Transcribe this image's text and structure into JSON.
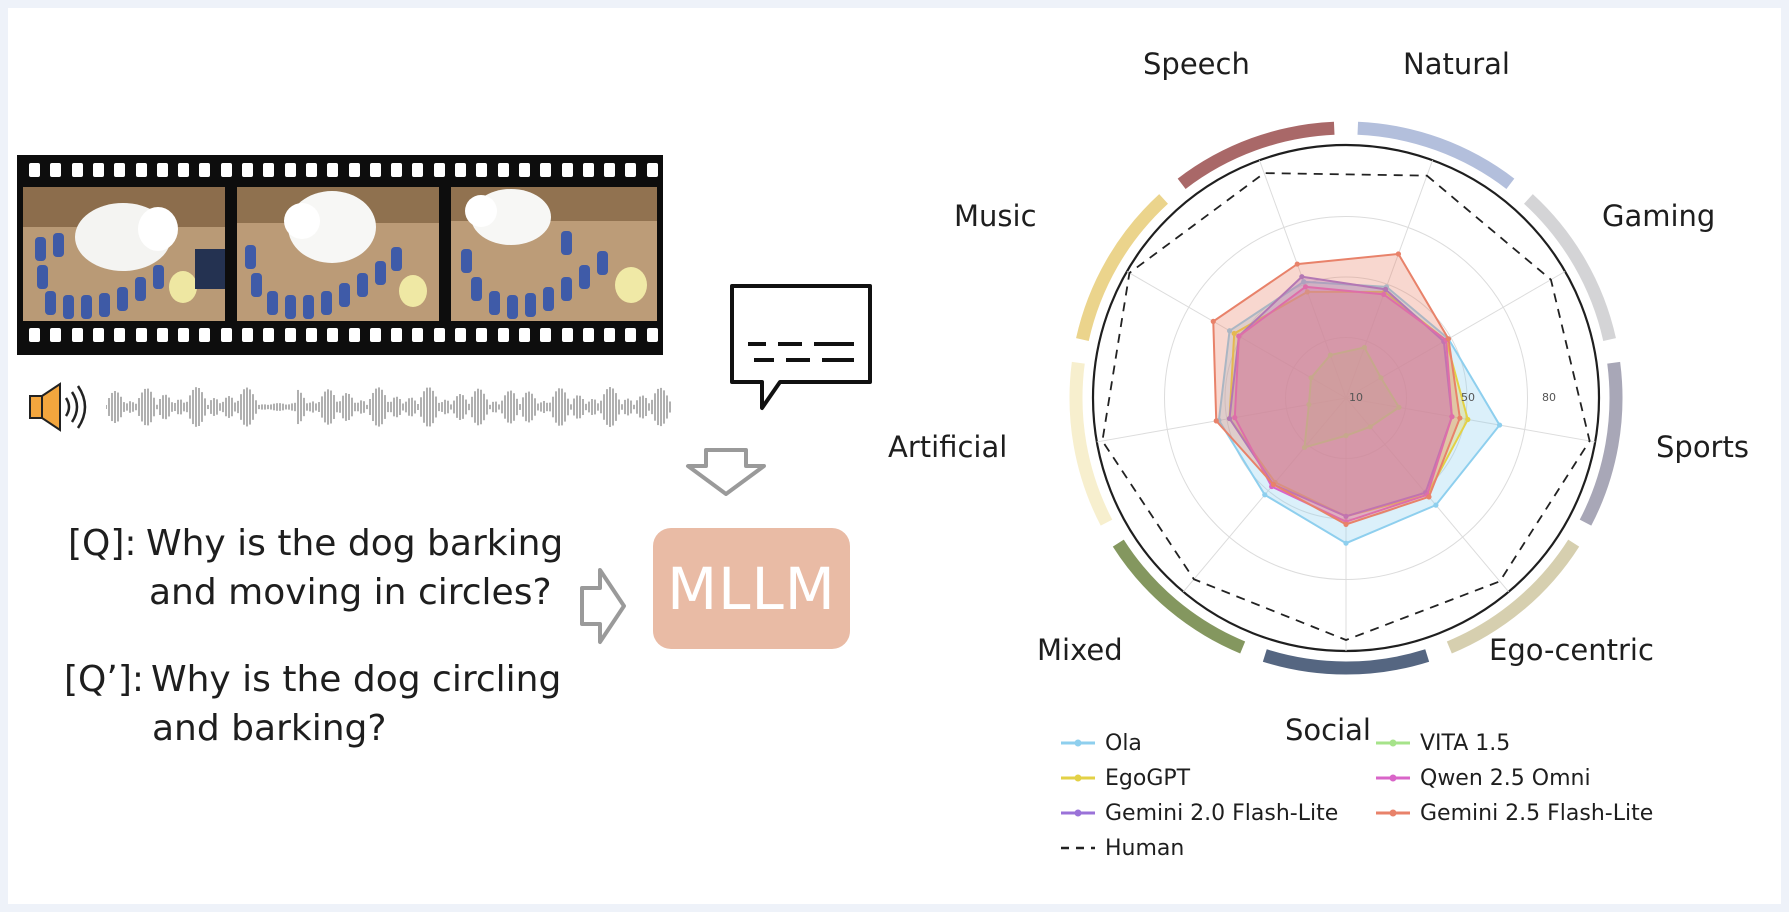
{
  "left_panel": {
    "question_1": {
      "tag": "[Q]:",
      "line1": "Why is the dog barking",
      "line2": "and moving in circles?"
    },
    "question_2": {
      "tag": "[Q’]:",
      "line1": "Why is the dog circling",
      "line2": "and barking?"
    },
    "model_label": "MLLM"
  },
  "chart_data": {
    "type": "radar",
    "categories": [
      "Speech",
      "Natural",
      "Gaming",
      "Sports",
      "Ego-centric",
      "Social",
      "Mixed",
      "Artificial",
      "Music"
    ],
    "tick_labels": [
      "10",
      "50",
      "80"
    ],
    "series": [
      {
        "name": "Ola",
        "color": "#8ecfee",
        "values": [
          44,
          44,
          58,
          52,
          54,
          47,
          48,
          50,
          46
        ]
      },
      {
        "name": "EgoGPT",
        "color": "#e3d146",
        "values": [
          42,
          43,
          46,
          47,
          44,
          41,
          44,
          48,
          42
        ]
      },
      {
        "name": "Gemini 2.0 Flash-Lite",
        "color": "#9a72d8",
        "values": [
          43,
          42,
          40,
          46,
          44,
          42,
          44,
          46,
          48
        ]
      },
      {
        "name": "VITA 1.5",
        "color": "#a6e38a",
        "values": [
          20,
          15,
          20,
          14,
          14,
          24,
          14,
          15,
          17
        ]
      },
      {
        "name": "Qwen 2.5 Omni",
        "color": "#d965c8",
        "values": [
          41,
          43,
          40,
          47,
          46,
          43,
          42,
          46,
          44
        ]
      },
      {
        "name": "Gemini 2.5 Flash-Lite",
        "color": "#e8826a",
        "values": [
          57,
          44,
          43,
          48,
          47,
          42,
          49,
          57,
          53
        ]
      },
      {
        "name": "Human",
        "color": "#222222",
        "dashed": true,
        "values": [
          88,
          88,
          92,
          89,
          90,
          88,
          92,
          93,
          89
        ]
      }
    ]
  },
  "ring_colors": [
    "#b3bfdc",
    "#d4d4d6",
    "#a8a7b7",
    "#d6cfaf",
    "#556681",
    "#84975f",
    "#f7efce",
    "#ebd48c",
    "#a96868"
  ]
}
